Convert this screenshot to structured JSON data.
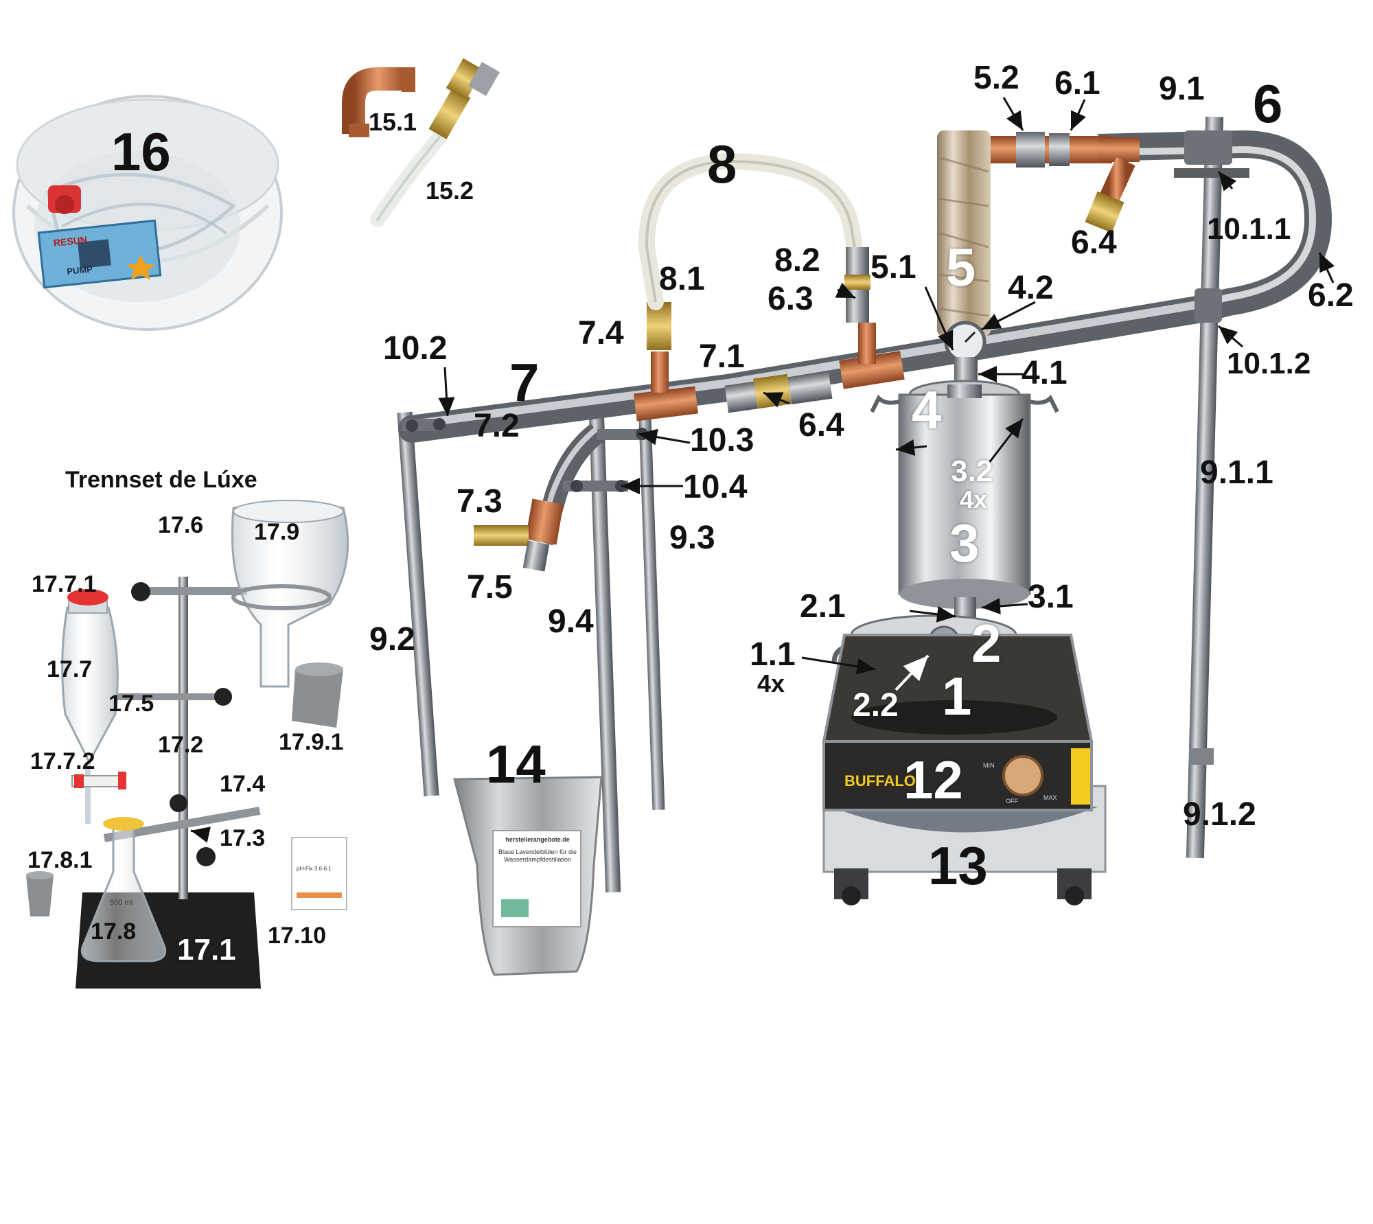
{
  "labels": {
    "n1": "1",
    "n1_1": "1.1",
    "n1_1_qty": "4x",
    "n2": "2",
    "n2_1": "2.1",
    "n2_2": "2.2",
    "n3": "3",
    "n3_1": "3.1",
    "n3_2": "3.2",
    "n3_2_qty": "4x",
    "n4": "4",
    "n4_1": "4.1",
    "n4_2": "4.2",
    "n5": "5",
    "n5_1": "5.1",
    "n5_2": "5.2",
    "n6": "6",
    "n6_1": "6.1",
    "n6_2": "6.2",
    "n6_3": "6.3",
    "n6_4a": "6.4",
    "n6_4b": "6.4",
    "n7": "7",
    "n7_1": "7.1",
    "n7_2": "7.2",
    "n7_3": "7.3",
    "n7_4": "7.4",
    "n7_5": "7.5",
    "n8": "8",
    "n8_1": "8.1",
    "n8_2": "8.2",
    "n9_1": "9.1",
    "n9_1_1": "9.1.1",
    "n9_1_2": "9.1.2",
    "n9_2": "9.2",
    "n9_3": "9.3",
    "n9_4": "9.4",
    "n10_1_1": "10.1.1",
    "n10_1_2": "10.1.2",
    "n10_2": "10.2",
    "n10_3": "10.3",
    "n10_4": "10.4",
    "n12": "12",
    "n13": "13",
    "n14": "14",
    "n15_1": "15.1",
    "n15_2": "15.2",
    "n16": "16",
    "n17_1": "17.1",
    "n17_2": "17.2",
    "n17_3": "17.3",
    "n17_4": "17.4",
    "n17_5": "17.5",
    "n17_6": "17.6",
    "n17_7": "17.7",
    "n17_7_1": "17.7.1",
    "n17_7_2": "17.7.2",
    "n17_8": "17.8",
    "n17_8_1": "17.8.1",
    "n17_9": "17.9",
    "n17_9_1": "17.9.1",
    "n17_10": "17.10"
  },
  "trennset_title": "Trennset de Lúxe",
  "stove_brand": "BUFFALO",
  "stove_knob_min": "MIN",
  "stove_knob_max": "MAX",
  "stove_knob_off": "OFF",
  "pump_box_text": "RESUN",
  "pump_box_sub": "PUMP",
  "flask_volume": "500 ml",
  "ph_strip_text": "pH-Fix 3.6-6.1",
  "bag_label_site": "herstellerangebote.de",
  "bag_label_text": "Blaue Lavendelblüten für die Wasserdampfdestillation",
  "colors": {
    "steel": "#9aa0a6",
    "steel_dark": "#5d6268",
    "copper": "#c56a3a",
    "copper_dark": "#8e4321",
    "brass": "#c9a23f",
    "hose": "#e8e6de",
    "foil": "#c9b79a",
    "stove": "#2b2a28",
    "stove_accent": "#f3cc1f",
    "cap_red": "#e53333"
  }
}
